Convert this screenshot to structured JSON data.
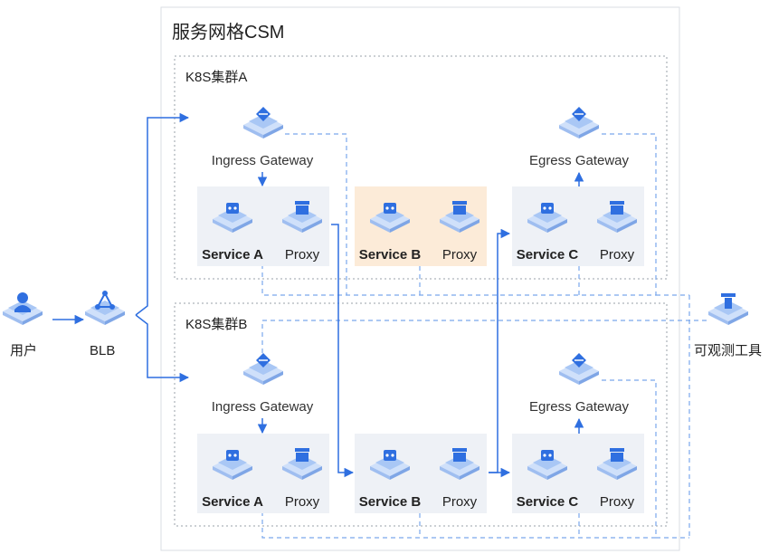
{
  "title": "服务网格CSM",
  "user_label": "用户",
  "blb_label": "BLB",
  "observability_label": "可观测工具",
  "clusters": [
    {
      "label": "K8S集群A",
      "ingress_label": "Ingress Gateway",
      "egress_label": "Egress Gateway",
      "services": [
        {
          "name": "Service A",
          "proxy": "Proxy",
          "highlight": false
        },
        {
          "name": "Service B",
          "proxy": "Proxy",
          "highlight": true
        },
        {
          "name": "Service C",
          "proxy": "Proxy",
          "highlight": false
        }
      ]
    },
    {
      "label": "K8S集群B",
      "ingress_label": "Ingress Gateway",
      "egress_label": "Egress Gateway",
      "services": [
        {
          "name": "Service A",
          "proxy": "Proxy",
          "highlight": false
        },
        {
          "name": "Service B",
          "proxy": "Proxy",
          "highlight": false
        },
        {
          "name": "Service C",
          "proxy": "Proxy",
          "highlight": false
        }
      ]
    }
  ],
  "colors": {
    "flow_arrow": "#2f6fe0",
    "telemetry_dash": "#7aa8ec",
    "service_bg": "#eef1f6",
    "service_highlight_bg": "#fcebd8",
    "icon_top": "#2f6fe0",
    "icon_base": "#b7d2f7"
  }
}
